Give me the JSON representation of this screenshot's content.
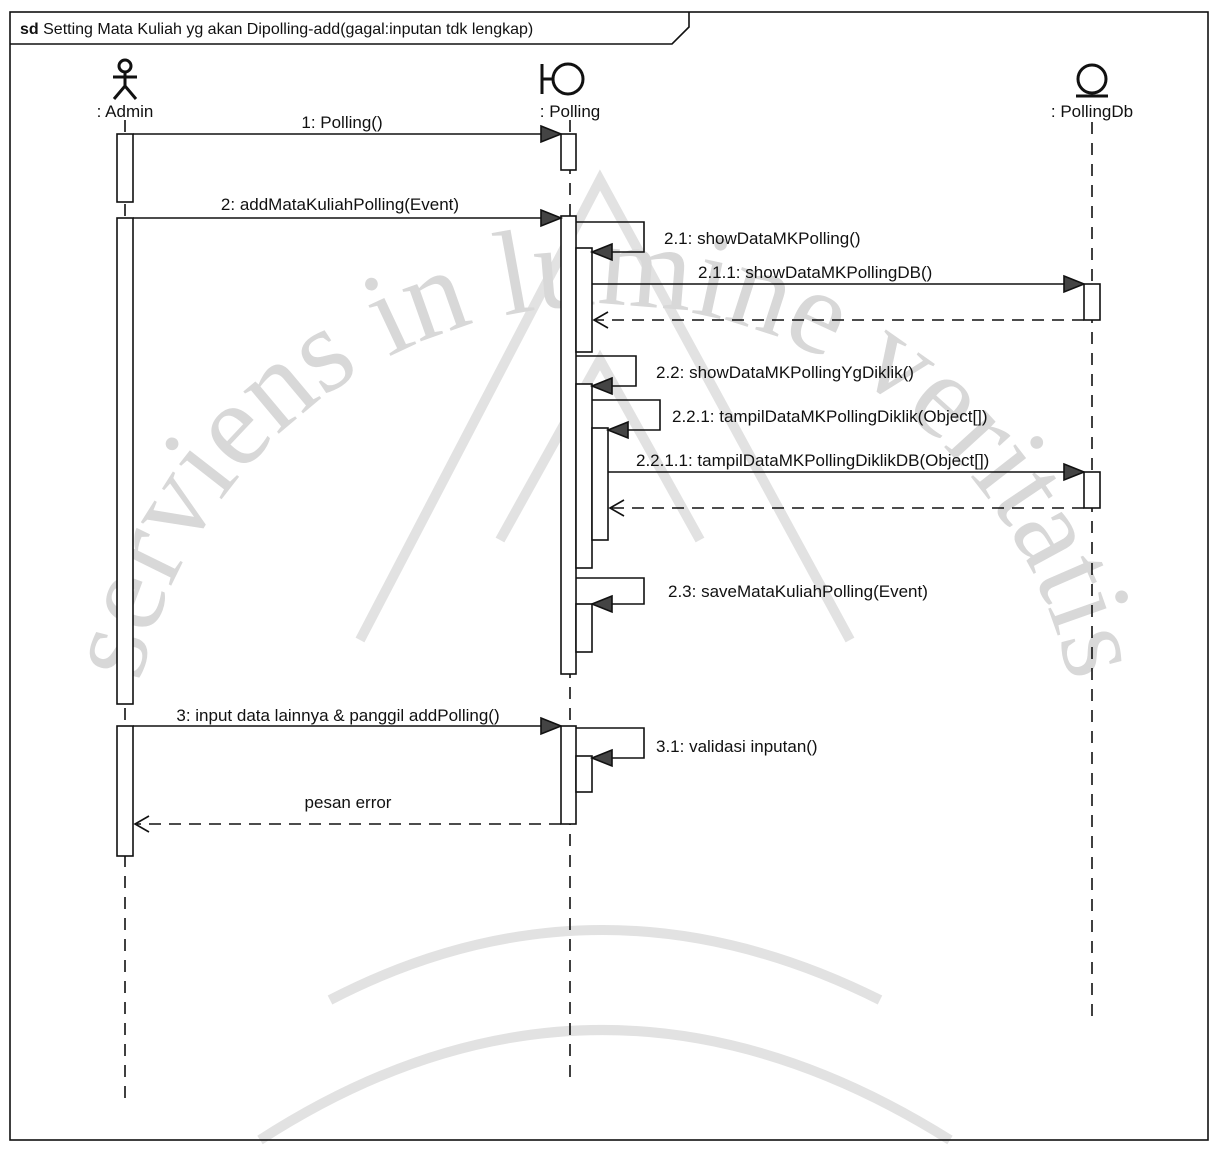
{
  "diagram": {
    "type": "sequence",
    "frame": {
      "keyword": "sd",
      "title": "Setting Mata Kuliah yg akan Dipolling-add(gagal:inputan tdk lengkap)"
    },
    "lifelines": [
      {
        "id": "admin",
        "label": ": Admin",
        "kind": "actor"
      },
      {
        "id": "polling",
        "label": ": Polling",
        "kind": "boundary"
      },
      {
        "id": "pollingdb",
        "label": ": PollingDb",
        "kind": "entity"
      }
    ],
    "messages": [
      {
        "id": "m1",
        "label": "1: Polling()",
        "type": "sync"
      },
      {
        "id": "m2",
        "label": "2: addMataKuliahPolling(Event)",
        "type": "sync"
      },
      {
        "id": "m21",
        "label": "2.1: showDataMKPolling()",
        "type": "self"
      },
      {
        "id": "m211",
        "label": "2.1.1: showDataMKPollingDB()",
        "type": "sync"
      },
      {
        "id": "m22",
        "label": "2.2: showDataMKPollingYgDiklik()",
        "type": "self"
      },
      {
        "id": "m221",
        "label": "2.2.1: tampilDataMKPollingDiklik(Object[])",
        "type": "self"
      },
      {
        "id": "m2211",
        "label": "2.2.1.1: tampilDataMKPollingDiklikDB(Object[])",
        "type": "sync"
      },
      {
        "id": "m23",
        "label": "2.3: saveMataKuliahPolling(Event)",
        "type": "self"
      },
      {
        "id": "m3",
        "label": "3: input data lainnya & panggil addPolling()",
        "type": "sync"
      },
      {
        "id": "m31",
        "label": "3.1: validasi inputan()",
        "type": "self"
      },
      {
        "id": "r_err",
        "label": "pesan error",
        "type": "return"
      }
    ]
  },
  "watermark": {
    "text": "serviens in lumine veritatis"
  }
}
